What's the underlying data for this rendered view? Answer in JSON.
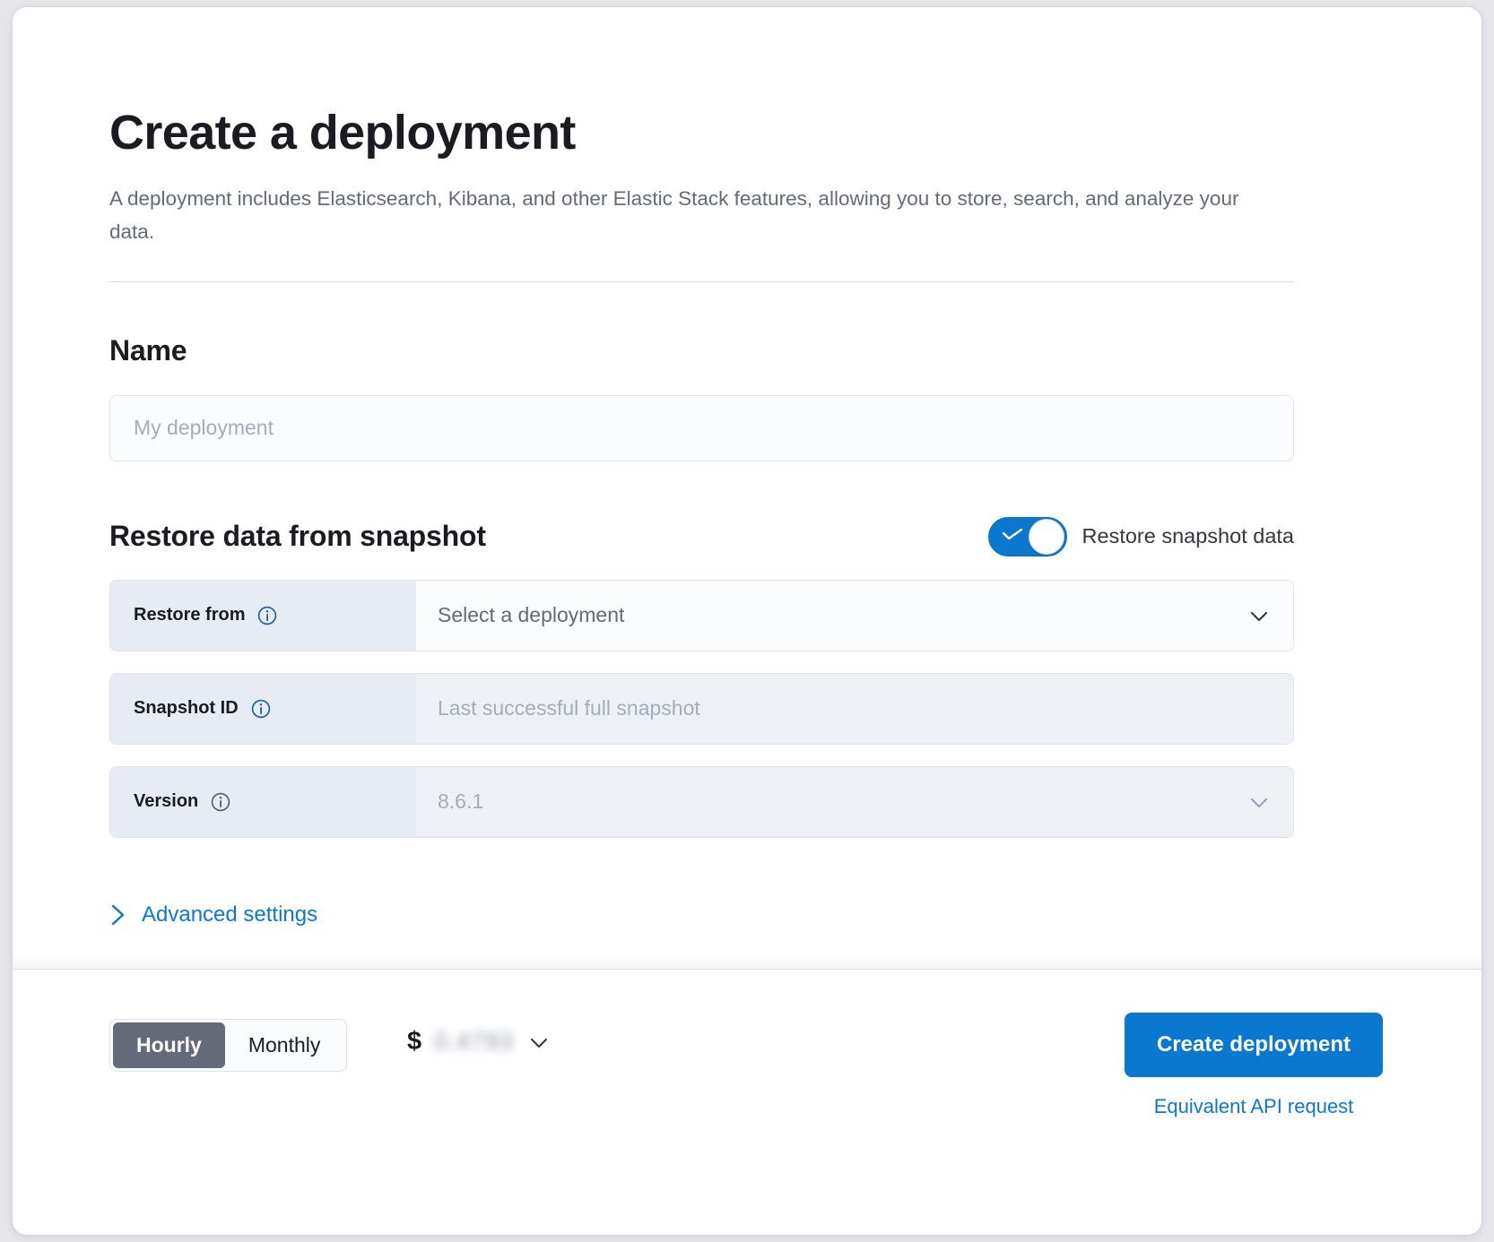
{
  "page": {
    "title": "Create a deployment",
    "subtitle": "A deployment includes Elasticsearch, Kibana, and other Elastic Stack features, allowing you to store, search, and analyze your data."
  },
  "name_section": {
    "heading": "Name",
    "input_value": "",
    "input_placeholder": "My deployment"
  },
  "restore_section": {
    "heading": "Restore data from snapshot",
    "toggle": {
      "label": "Restore snapshot data",
      "checked": true
    },
    "rows": [
      {
        "label": "Restore from",
        "value": "Select a deployment",
        "value_muted": false,
        "disabled": false,
        "has_chevron": true,
        "info_icon": "info-circle-icon"
      },
      {
        "label": "Snapshot ID",
        "value": "Last successful full snapshot",
        "value_muted": true,
        "disabled": true,
        "has_chevron": false,
        "info_icon": "info-circle-icon"
      },
      {
        "label": "Version",
        "value": "8.6.1",
        "value_muted": true,
        "disabled": true,
        "has_chevron": true,
        "info_icon": "info-circle-icon"
      }
    ],
    "advanced_settings_label": "Advanced settings",
    "advanced_settings_icon": "chevron-right-icon"
  },
  "footer": {
    "billing_options": [
      "Hourly",
      "Monthly"
    ],
    "billing_selected": "Hourly",
    "price": {
      "currency_symbol": "$",
      "amount": "0.4793",
      "redacted": true,
      "chevron_icon": "chevron-down-icon"
    },
    "create_button_label": "Create deployment",
    "api_link_label": "Equivalent API request"
  },
  "colors": {
    "accent_blue": "#0b78d0",
    "label_bg": "#e7ebf3",
    "field_bg": "#fbfcfd",
    "field_disabled_bg": "#edf1f5",
    "border": "#dfe3ee",
    "text_dark": "#1a1c21",
    "text_muted": "#646a77",
    "text_placeholder": "#a5adba",
    "segment_active_bg": "#646a77"
  }
}
